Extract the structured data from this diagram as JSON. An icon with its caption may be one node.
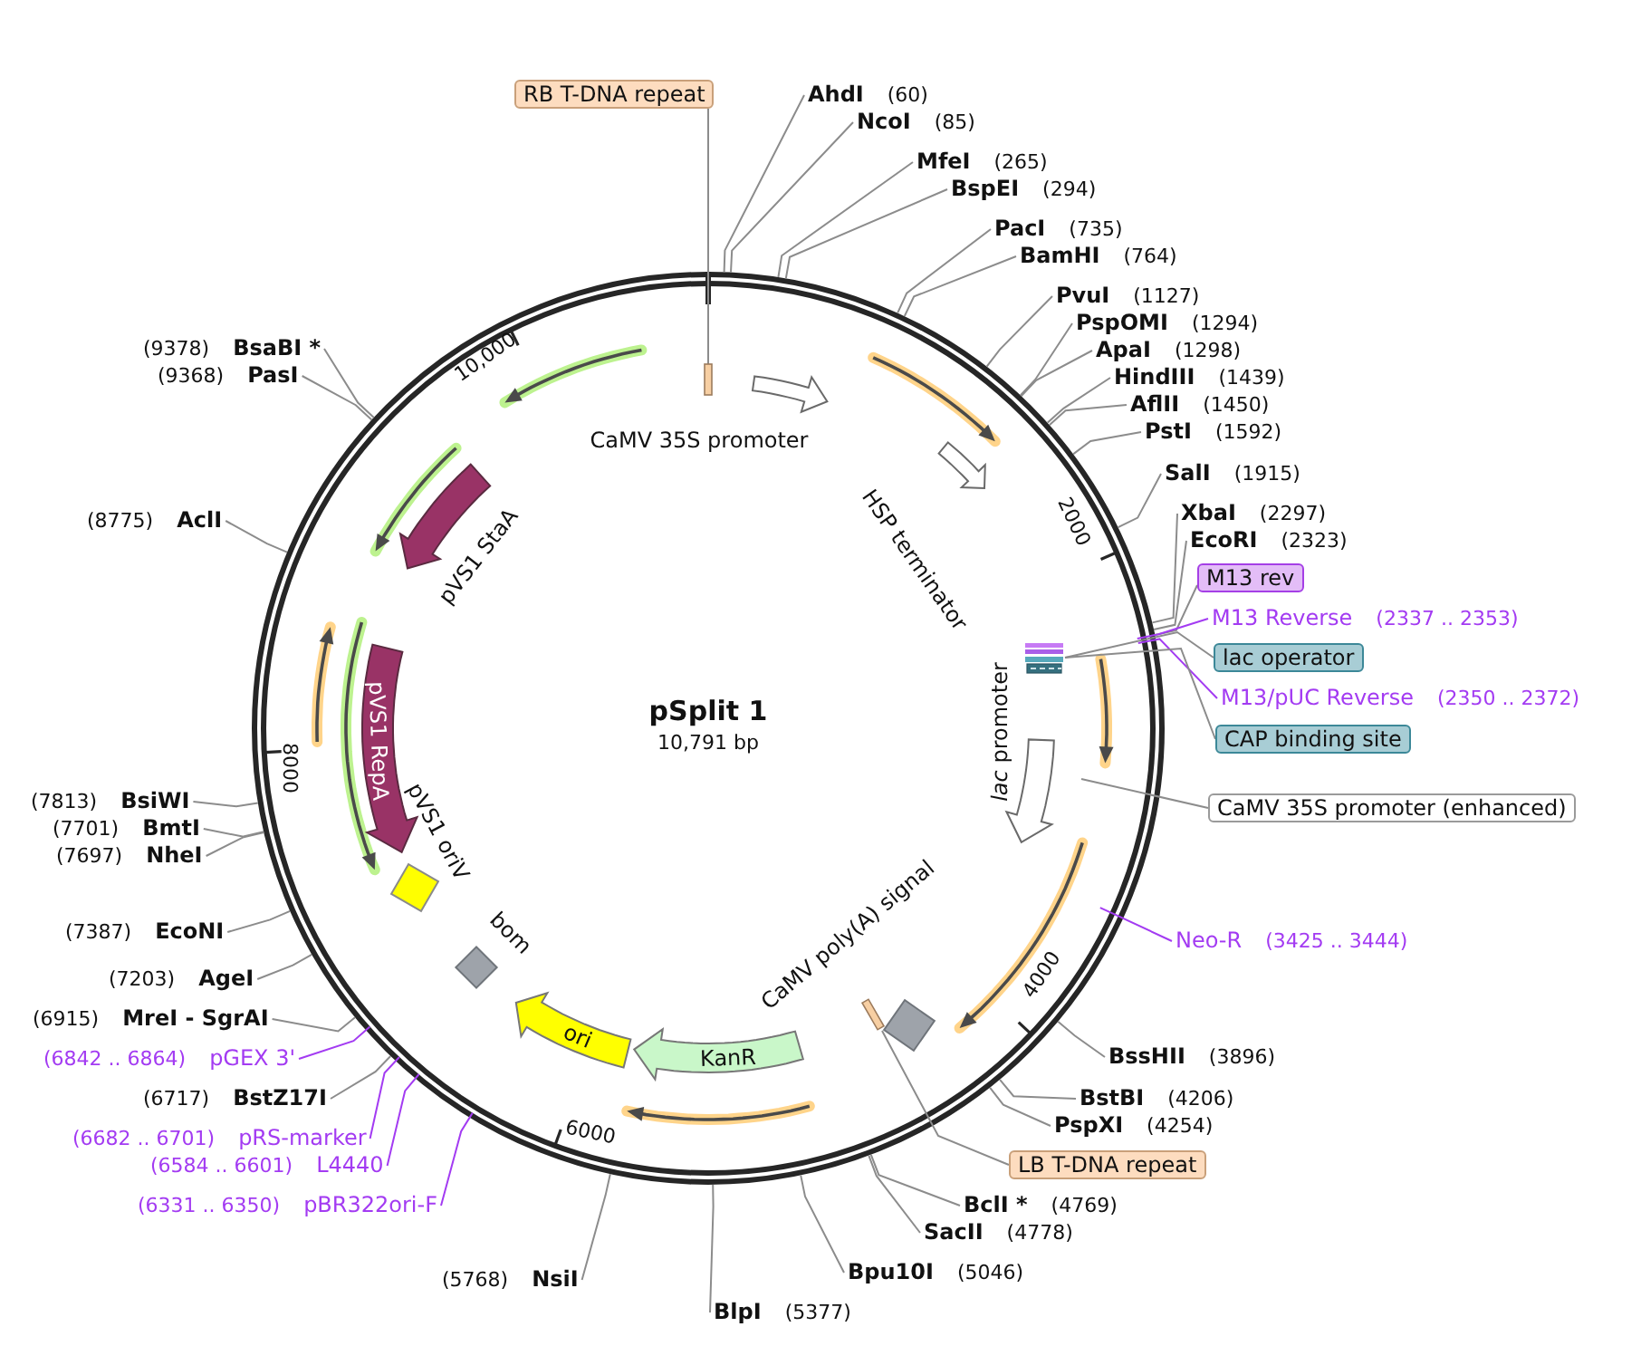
{
  "diagram": {
    "title": "pSplit 1",
    "nodes": [
      {
        "text": [
          "RB T-DNA repeat"
        ]
      },
      {
        "text": [
          "AhdI",
          "(60)"
        ]
      },
      {
        "text": [
          "NcoI",
          "(85)"
        ]
      },
      {
        "text": [
          "MfeI",
          "(265)"
        ]
      },
      {
        "text": [
          "BspEI",
          "(294)"
        ]
      },
      {
        "text": [
          "PacI",
          "(735)"
        ]
      },
      {
        "text": [
          "BamHI",
          "(764)"
        ]
      },
      {
        "text": [
          "PvuI",
          "(1127)"
        ]
      },
      {
        "text": [
          "PspOMI",
          "(1294)"
        ]
      },
      {
        "text": [
          "ApaI",
          "(1298)"
        ]
      },
      {
        "text": [
          "HindIII",
          "(1439)"
        ]
      },
      {
        "text": [
          "AflII",
          "(1450)"
        ]
      },
      {
        "text": [
          "PstI",
          "(1592)"
        ]
      },
      {
        "text": [
          "SalI",
          "(1915)"
        ]
      },
      {
        "text": [
          "XbaI",
          "(2297)"
        ]
      },
      {
        "text": [
          "EcoRI",
          "(2323)"
        ]
      },
      {
        "text": [
          "M13 rev"
        ]
      },
      {
        "text": [
          "M13 Reverse",
          "(2337 .. 2353)"
        ]
      },
      {
        "text": [
          "lac operator"
        ]
      },
      {
        "text": [
          "M13/pUC Reverse",
          "(2350 .. 2372)"
        ]
      },
      {
        "text": [
          "CAP binding site"
        ]
      },
      {
        "text": [
          "CaMV 35S promoter (enhanced)"
        ]
      },
      {
        "text": [
          "Neo-R",
          "(3425 .. 3444)"
        ]
      },
      {
        "text": [
          "BssHII",
          "(3896)"
        ]
      },
      {
        "text": [
          "BstBI",
          "(4206)"
        ]
      },
      {
        "text": [
          "PspXI",
          "(4254)"
        ]
      },
      {
        "text": [
          "LB T-DNA repeat"
        ]
      },
      {
        "text": [
          "BclI *",
          "(4769)"
        ]
      },
      {
        "text": [
          "SacII",
          "(4778)"
        ]
      },
      {
        "text": [
          "Bpu10I",
          "(5046)"
        ]
      },
      {
        "text": [
          "BlpI",
          "(5377)"
        ]
      },
      {
        "text": [
          "(9378)",
          "BsaBI *"
        ]
      },
      {
        "text": [
          "(9368)",
          "PasI"
        ]
      },
      {
        "text": [
          "(8775)",
          "AclI"
        ]
      },
      {
        "text": [
          "(7813)",
          "BsiWI"
        ]
      },
      {
        "text": [
          "(7701)",
          "BmtI"
        ]
      },
      {
        "text": [
          "(7697)",
          "NheI"
        ]
      },
      {
        "text": [
          "(7387)",
          "EcoNI"
        ]
      },
      {
        "text": [
          "(7203)",
          "AgeI"
        ]
      },
      {
        "text": [
          "(6915)",
          "MreI - SgrAI"
        ]
      },
      {
        "text": [
          "(6842 .. 6864)",
          "pGEX 3'"
        ]
      },
      {
        "text": [
          "(6717)",
          "BstZ17I"
        ]
      },
      {
        "text": [
          "(6682 .. 6701)",
          "pRS-marker"
        ]
      },
      {
        "text": [
          "(6584 .. 6601)",
          "L4440"
        ]
      },
      {
        "text": [
          "(6331 .. 6350)",
          "pBR322ori-F"
        ]
      },
      {
        "text": [
          "(5768)",
          "NsiI"
        ]
      },
      {
        "text": [],
        "shape": "bar"
      },
      {
        "text": [
          "CaMV 35S promoter"
        ]
      },
      {
        "text": [
          "HSP terminator"
        ]
      },
      {
        "text": [],
        "shape": "box"
      },
      {
        "text": [
          "*lac* promoter"
        ]
      },
      {
        "text": [
          "CaMV poly(A) signal"
        ]
      },
      {
        "text": [],
        "shape": "bar"
      },
      {
        "text": [
          "KanR"
        ]
      },
      {
        "text": [
          "ori"
        ]
      },
      {
        "text": [
          "bom"
        ]
      },
      {
        "text": [
          "pVS1 oriV"
        ]
      },
      {
        "text": [
          "pVS1 RepA"
        ]
      },
      {
        "text": [
          "pVS1 StaA"
        ]
      }
    ],
    "edges": [
      {
        "from": 0,
        "to": 46,
        "arrow": "none"
      },
      {
        "from": 1,
        "to": null,
        "arrow": "none"
      },
      {
        "from": 2,
        "to": null,
        "arrow": "none"
      },
      {
        "from": 3,
        "to": null,
        "arrow": "none"
      },
      {
        "from": 4,
        "to": null,
        "arrow": "none"
      },
      {
        "from": 5,
        "to": null,
        "arrow": "none"
      },
      {
        "from": 6,
        "to": null,
        "arrow": "none"
      },
      {
        "from": 7,
        "to": null,
        "arrow": "none"
      },
      {
        "from": 8,
        "to": null,
        "arrow": "none"
      },
      {
        "from": 9,
        "to": null,
        "arrow": "none"
      },
      {
        "from": 10,
        "to": null,
        "arrow": "none"
      },
      {
        "from": 11,
        "to": null,
        "arrow": "none"
      },
      {
        "from": 12,
        "to": null,
        "arrow": "none"
      },
      {
        "from": 13,
        "to": null,
        "arrow": "none"
      },
      {
        "from": 14,
        "to": null,
        "arrow": "none"
      },
      {
        "from": 15,
        "to": null,
        "arrow": "none"
      },
      {
        "from": 16,
        "to": null,
        "arrow": "none"
      },
      {
        "from": 17,
        "to": null,
        "arrow": "none",
        "color": "#a33bf2"
      },
      {
        "from": 18,
        "to": 49,
        "arrow": "none"
      },
      {
        "from": 19,
        "to": null,
        "arrow": "none",
        "color": "#a33bf2"
      },
      {
        "from": 20,
        "to": 49,
        "arrow": "none"
      },
      {
        "from": 21,
        "to": null,
        "arrow": "none"
      },
      {
        "from": 22,
        "to": null,
        "arrow": "none",
        "color": "#a33bf2"
      },
      {
        "from": 23,
        "to": null,
        "arrow": "none"
      },
      {
        "from": 24,
        "to": null,
        "arrow": "none"
      },
      {
        "from": 25,
        "to": null,
        "arrow": "none"
      },
      {
        "from": 26,
        "to": 52,
        "arrow": "none"
      },
      {
        "from": 27,
        "to": null,
        "arrow": "none"
      },
      {
        "from": 28,
        "to": null,
        "arrow": "none"
      },
      {
        "from": 29,
        "to": null,
        "arrow": "none"
      },
      {
        "from": 30,
        "to": null,
        "arrow": "none"
      },
      {
        "from": 31,
        "to": null,
        "arrow": "none"
      },
      {
        "from": 32,
        "to": null,
        "arrow": "none"
      },
      {
        "from": 33,
        "to": null,
        "arrow": "none"
      },
      {
        "from": 34,
        "to": null,
        "arrow": "none"
      },
      {
        "from": 35,
        "to": null,
        "arrow": "none"
      },
      {
        "from": 36,
        "to": null,
        "arrow": "none"
      },
      {
        "from": 37,
        "to": null,
        "arrow": "none"
      },
      {
        "from": 38,
        "to": null,
        "arrow": "none"
      },
      {
        "from": 39,
        "to": null,
        "arrow": "none"
      },
      {
        "from": 40,
        "to": null,
        "arrow": "none",
        "color": "#a33bf2"
      },
      {
        "from": 41,
        "to": null,
        "arrow": "none"
      },
      {
        "from": 42,
        "to": null,
        "arrow": "none",
        "color": "#a33bf2"
      },
      {
        "from": 43,
        "to": null,
        "arrow": "none",
        "color": "#a33bf2"
      },
      {
        "from": 44,
        "to": null,
        "arrow": "none",
        "color": "#a33bf2"
      },
      {
        "from": 45,
        "to": null,
        "arrow": "none"
      }
    ],
    "labels": [
      "10,791 bp",
      "10,000",
      "2000",
      "4000",
      "6000",
      "8000"
    ]
  }
}
